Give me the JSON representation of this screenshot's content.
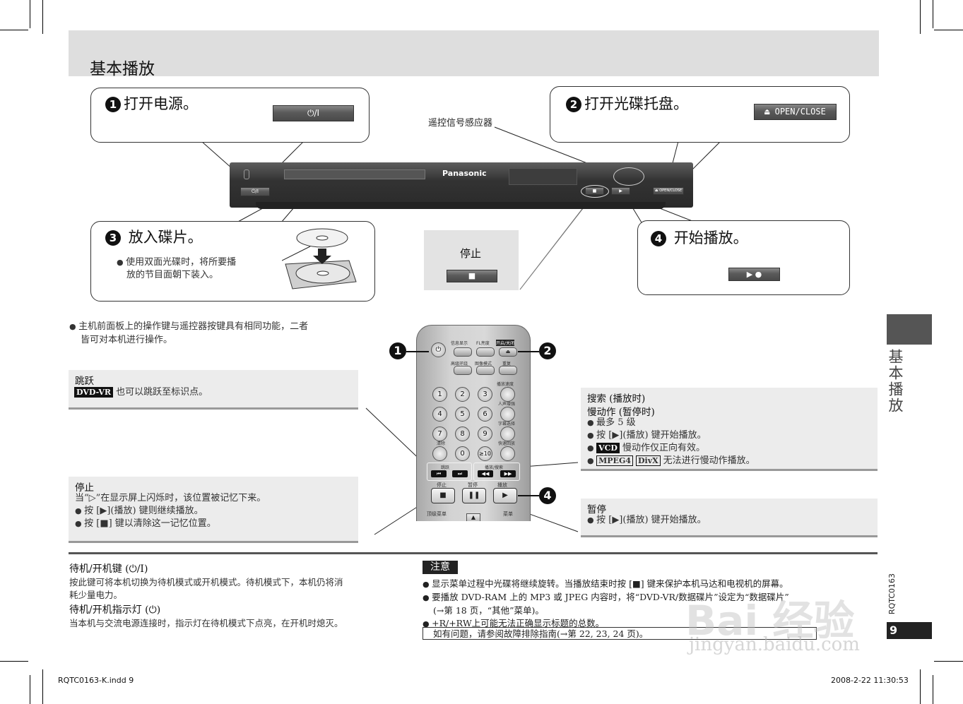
{
  "header": {
    "title": "基本播放"
  },
  "steps": {
    "s1": {
      "num": "1",
      "title": "打开电源。",
      "button_label": "⏻/I"
    },
    "s2": {
      "num": "2",
      "title": "打开光碟托盘。",
      "button_label": "⏏ OPEN/CLOSE"
    },
    "s3": {
      "num": "3",
      "title": "放入碟片。",
      "note_line1": "使用双面光碟时，将所要播",
      "note_line2": "放的节目面朝下装入。"
    },
    "s4": {
      "num": "4",
      "title": "开始播放。",
      "button_label": "▶ ●"
    }
  },
  "sensor_label": "遥控信号感应器",
  "player": {
    "brand": "Panasonic",
    "power_label": "⏻/I",
    "stop_label": "■",
    "play_label": "▶",
    "open_label": "⏏ OPEN/CLOSE"
  },
  "stop_box": {
    "title": "停止",
    "button": "■"
  },
  "intro_note": {
    "line1": "主机前面板上的操作键与遥控器按键具有相同功能，二者",
    "line2": "皆可对本机进行操作。"
  },
  "skip_panel": {
    "heading": "跳跃",
    "tag": "DVD-VR",
    "text": "也可以跳跃至标识点。"
  },
  "stop_panel": {
    "heading": "停止",
    "line1": "当“▷”在显示屏上闪烁时，该位置被记忆下来。",
    "line2": "按 [▶](播放) 键则继续播放。",
    "line3": "按 [■] 键以清除这一记忆位置。"
  },
  "search_panel": {
    "heading1": "搜索 (播放时)",
    "heading2": "慢动作 (暂停时)",
    "line1": "最多 5 级",
    "line2": "按 [▶](播放) 键开始播放。",
    "tag_vcd": "VCD",
    "line3": "慢动作仅正向有效。",
    "tag_mpeg4": "MPEG4",
    "tag_divx": "DivX",
    "line4": "无法进行慢动作播放。"
  },
  "pause_panel": {
    "heading": "暂停",
    "line1": "按 [▶](播放) 键开始播放。"
  },
  "remote": {
    "top_labels": [
      "信息显示",
      "FL亮度",
      "开启/关闭"
    ],
    "row2_labels": [
      "高级环绕",
      "图像模式",
      "重复"
    ],
    "numbers": [
      "1",
      "2",
      "3",
      "4",
      "5",
      "6",
      "7",
      "8",
      "9",
      "0",
      "≥10"
    ],
    "side_labels": [
      "播放速度",
      "人声增强",
      "字幕选择",
      "快速回放",
      "清除"
    ],
    "skip_label": "跳跃",
    "search_label": "播放/搜索",
    "stop_label": "停止",
    "pause_label": "暂停",
    "play_label": "播放",
    "top_menu_label": "顶级菜单",
    "menu_label": "菜单",
    "callouts": [
      "1",
      "2",
      "4"
    ]
  },
  "bottom_left": {
    "h1": "待机/开机键 (⏻/I)",
    "p1a": "按此键可将本机切换为待机模式或开机模式。待机模式下，本机仍将消",
    "p1b": "耗少量电力。",
    "h2": "待机/开机指示灯 (⏻)",
    "p2": "当本机与交流电源连接时，指示灯在待机模式下点亮，在开机时熄灭。"
  },
  "notice": {
    "title": "注意",
    "line1": "显示菜单过程中光碟将继续旋转。当播放结束时按 [■] 键来保护本机马达和电视机的屏幕。",
    "line2": "要播放 DVD-RAM 上的 MP3 或 JPEG 内容时，将“DVD-VR/数据碟片”设定为“数据碟片”",
    "line2b": "(→第 18 页，“其他”菜单)。",
    "line3": "+R/+RW上可能无法正确显示标题的总数。",
    "box": "如有问题，请参阅故障排除指南(→第 22, 23, 24 页)。"
  },
  "side_tab": {
    "text": "基本播放",
    "code": "RQTC0163",
    "page": "9"
  },
  "footer": {
    "left": "RQTC0163-K.indd   9",
    "right": "2008-2-22   11:30:53"
  },
  "watermark": {
    "line1": "Bai 经验",
    "line2": "jingyan.baidu.com"
  }
}
